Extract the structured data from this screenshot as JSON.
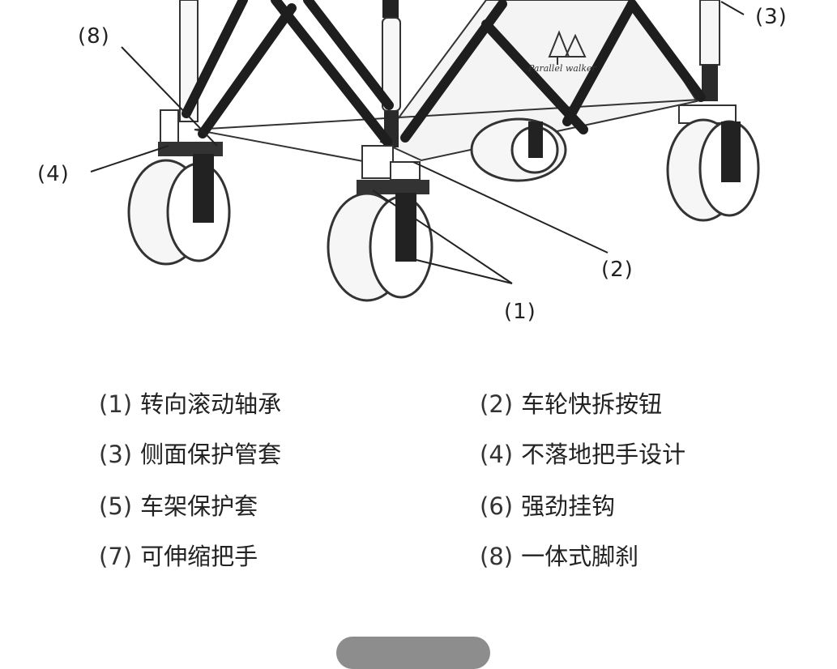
{
  "diagram": {
    "brand_text": "Parallel walker",
    "callouts": [
      "(8)",
      "(3)",
      "(4)",
      "(2)",
      "(1)"
    ]
  },
  "legend": [
    {
      "num": "(1)",
      "label": "转向滚动轴承"
    },
    {
      "num": "(2)",
      "label": "车轮快拆按钮"
    },
    {
      "num": "(3)",
      "label": "侧面保护管套"
    },
    {
      "num": "(4)",
      "label": "不落地把手设计"
    },
    {
      "num": "(5)",
      "label": "车架保护套"
    },
    {
      "num": "(6)",
      "label": "强劲挂钩"
    },
    {
      "num": "(7)",
      "label": "可伸缩把手"
    },
    {
      "num": "(8)",
      "label": "一体式脚刹"
    }
  ]
}
